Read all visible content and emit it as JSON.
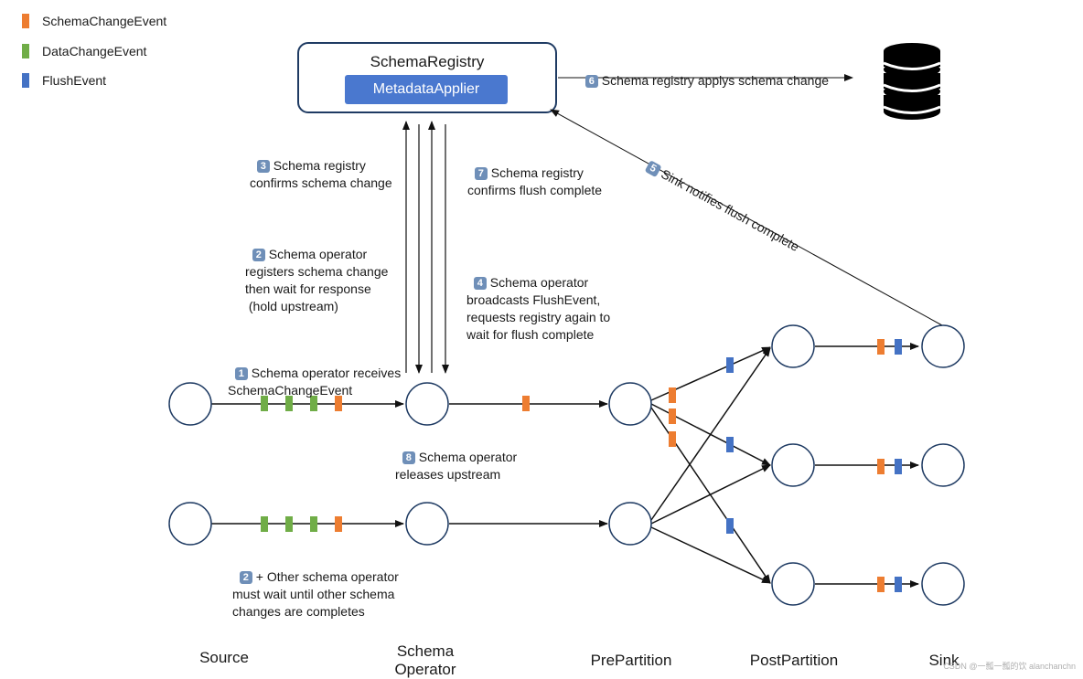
{
  "legend": [
    {
      "label": "SchemaChangeEvent",
      "color": "#ed7d31"
    },
    {
      "label": "DataChangeEvent",
      "color": "#70ad47"
    },
    {
      "label": "FlushEvent",
      "color": "#4472c4"
    }
  ],
  "registry": {
    "title": "SchemaRegistry",
    "applier": "MetadataApplier"
  },
  "steps": {
    "s1": {
      "badge": "1",
      "text": "Schema operator receives\nSchemaChangeEvent"
    },
    "s2": {
      "badge": "2",
      "text": "Schema operator\nregisters schema change\nthen wait for response\n (hold upstream)"
    },
    "s2b": {
      "badge": "2",
      "text": "+ Other schema operator\nmust wait until other schema\nchanges are completes"
    },
    "s3": {
      "badge": "3",
      "text": "Schema registry\nconfirms schema change"
    },
    "s4": {
      "badge": "4",
      "text": "Schema operator\nbroadcasts FlushEvent,\nrequests registry again to\nwait for flush complete"
    },
    "s5": {
      "badge": "5",
      "text": "Sink notifies flush complete"
    },
    "s6": {
      "badge": "6",
      "text": "Schema registry applys schema change"
    },
    "s7": {
      "badge": "7",
      "text": "Schema registry\nconfirms flush complete"
    },
    "s8": {
      "badge": "8",
      "text": "Schema operator\nreleases upstream"
    }
  },
  "stages": {
    "source": "Source",
    "schema_operator": "Schema\nOperator",
    "prepartition": "PrePartition",
    "postpartition": "PostPartition",
    "sink": "Sink"
  },
  "watermark": "CSDN @一瓢一瓢的饮 alanchanchn"
}
